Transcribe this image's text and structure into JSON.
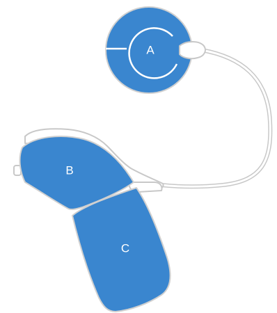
{
  "diagram": {
    "labels": {
      "a": "A",
      "b": "B",
      "c": "C"
    },
    "colors": {
      "part_fill": "#3a86cf",
      "outline": "#c8c8c8",
      "label_text": "#ffffff",
      "background": "#ffffff"
    }
  }
}
